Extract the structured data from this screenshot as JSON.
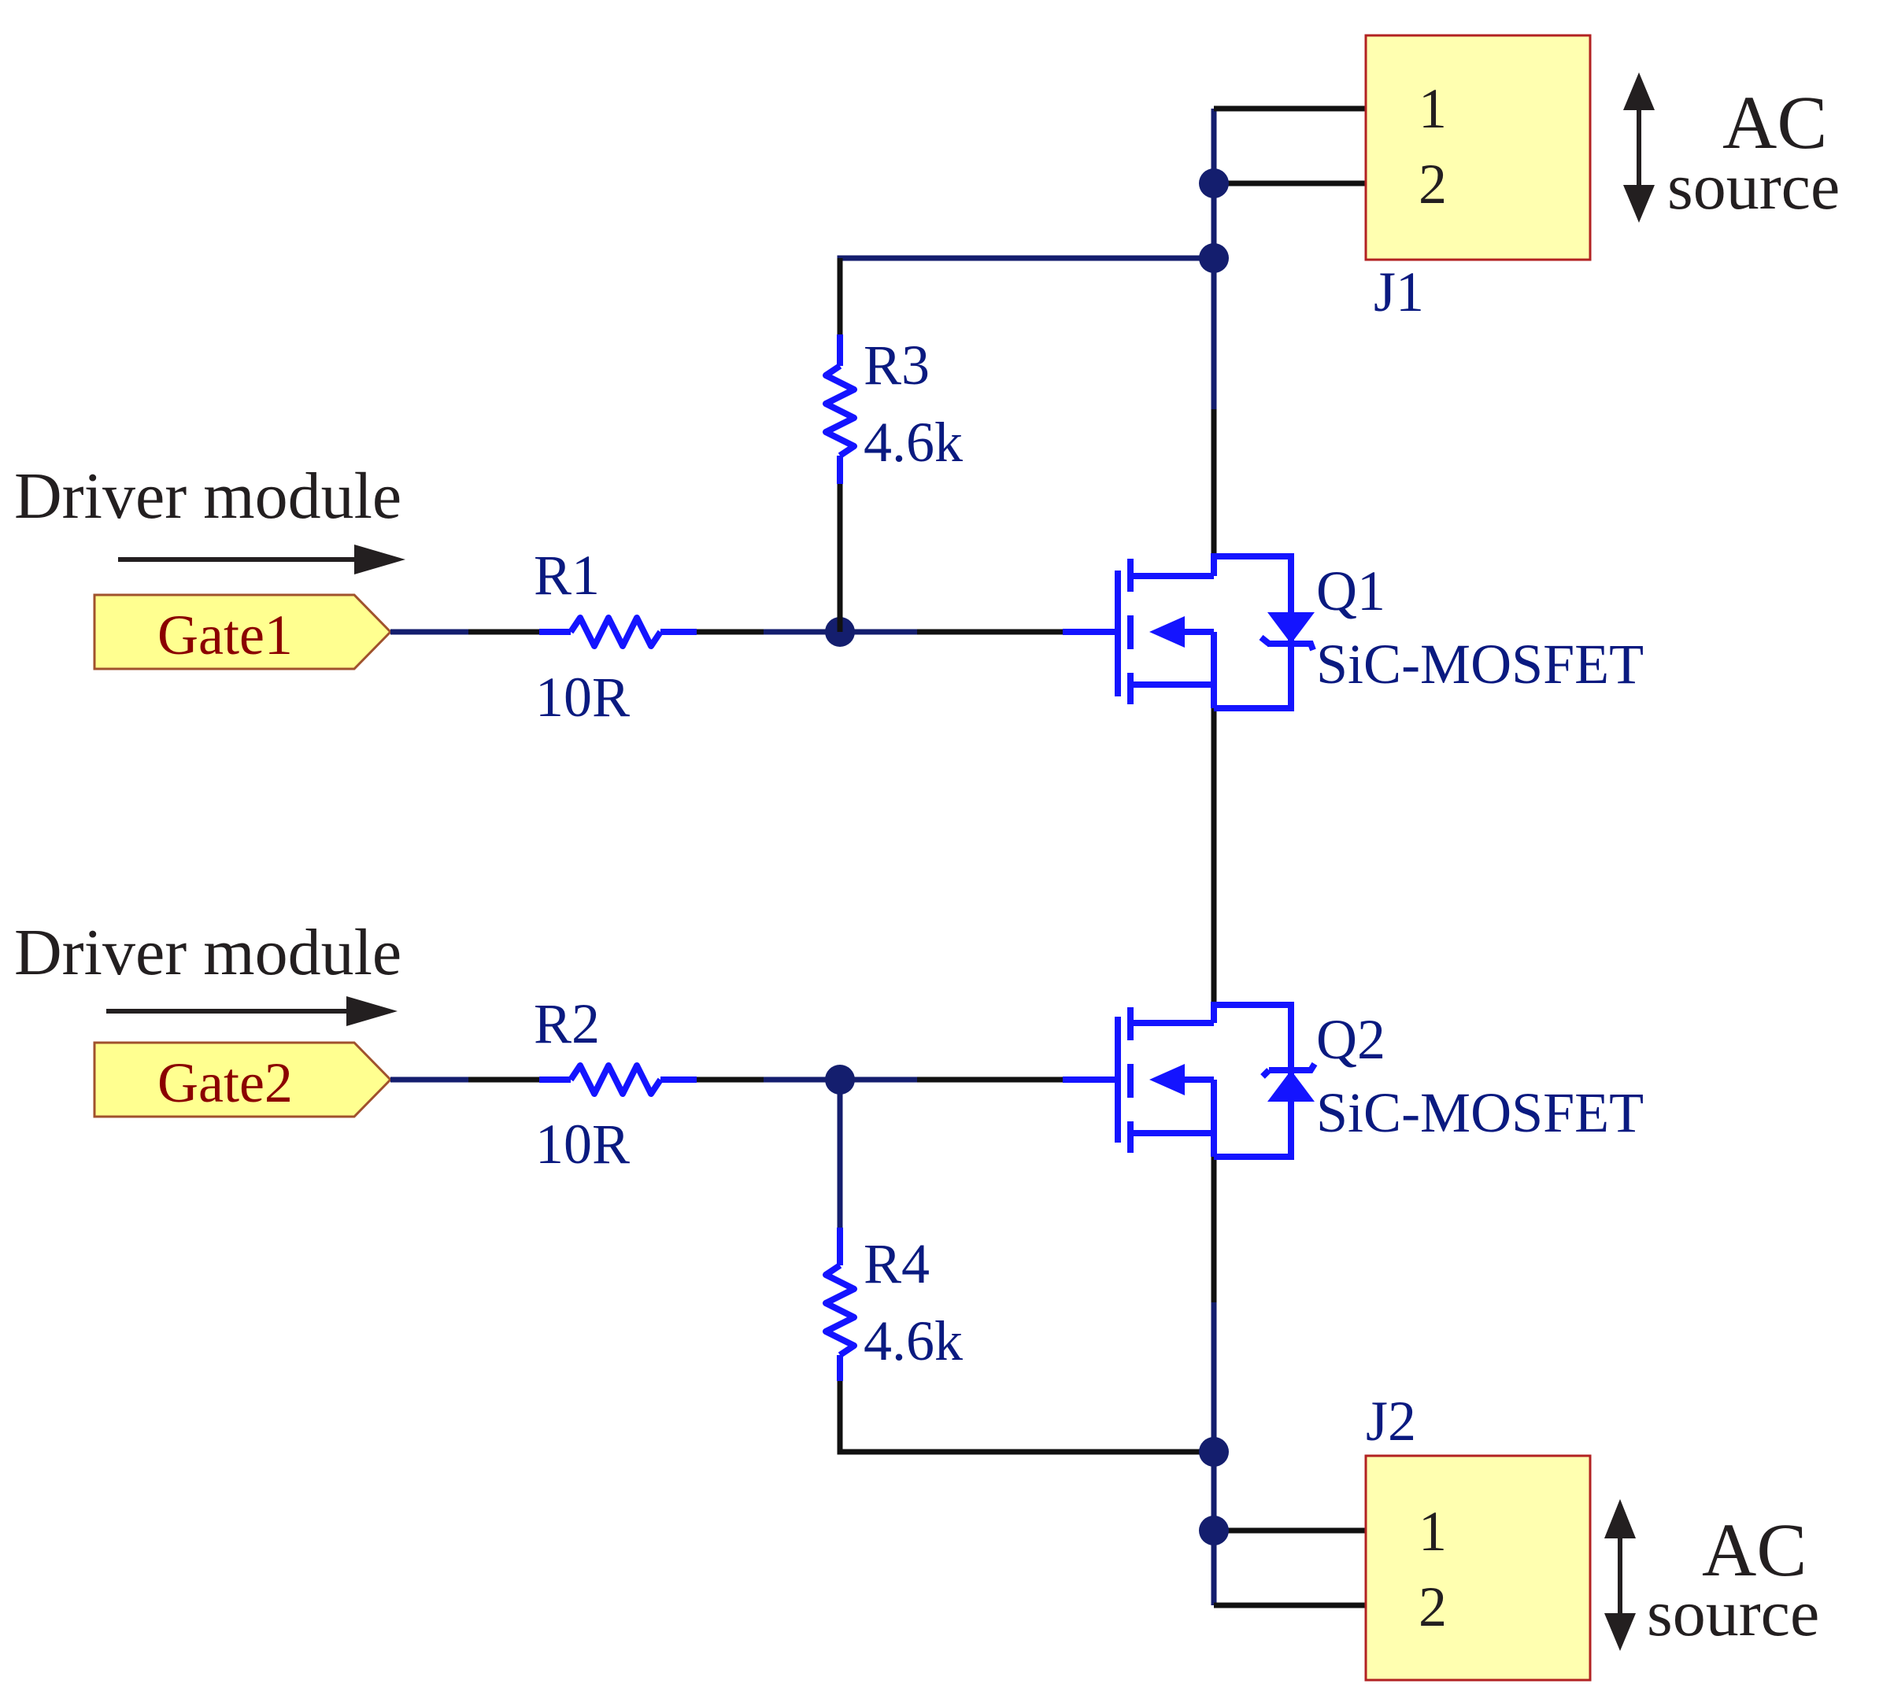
{
  "colors": {
    "wire_navy": "#141e6e",
    "wire_black": "#111111",
    "component_blue": "#1414ff",
    "label_navy": "#0a1a80",
    "port_fill": "#ffff90",
    "port_stroke": "#a0522d",
    "port_text": "#8b0000",
    "connector_fill": "#ffffb0",
    "connector_stroke": "#b22222"
  },
  "top": {
    "driver_label": "Driver module",
    "gate_port": "Gate1",
    "series_resistor": {
      "ref": "R1",
      "value": "10R"
    },
    "pull_resistor": {
      "ref": "R3",
      "value": "4.6k"
    },
    "mosfet": {
      "ref": "Q1",
      "type": "SiC-MOSFET"
    },
    "connector": {
      "ref": "J1",
      "pin1": "1",
      "pin2": "2"
    },
    "source_label_line1": "AC",
    "source_label_line2": "source"
  },
  "bottom": {
    "driver_label": "Driver module",
    "gate_port": "Gate2",
    "series_resistor": {
      "ref": "R2",
      "value": "10R"
    },
    "pull_resistor": {
      "ref": "R4",
      "value": "4.6k"
    },
    "mosfet": {
      "ref": "Q2",
      "type": "SiC-MOSFET"
    },
    "connector": {
      "ref": "J2",
      "pin1": "1",
      "pin2": "2"
    },
    "source_label_line1": "AC",
    "source_label_line2": "source"
  }
}
